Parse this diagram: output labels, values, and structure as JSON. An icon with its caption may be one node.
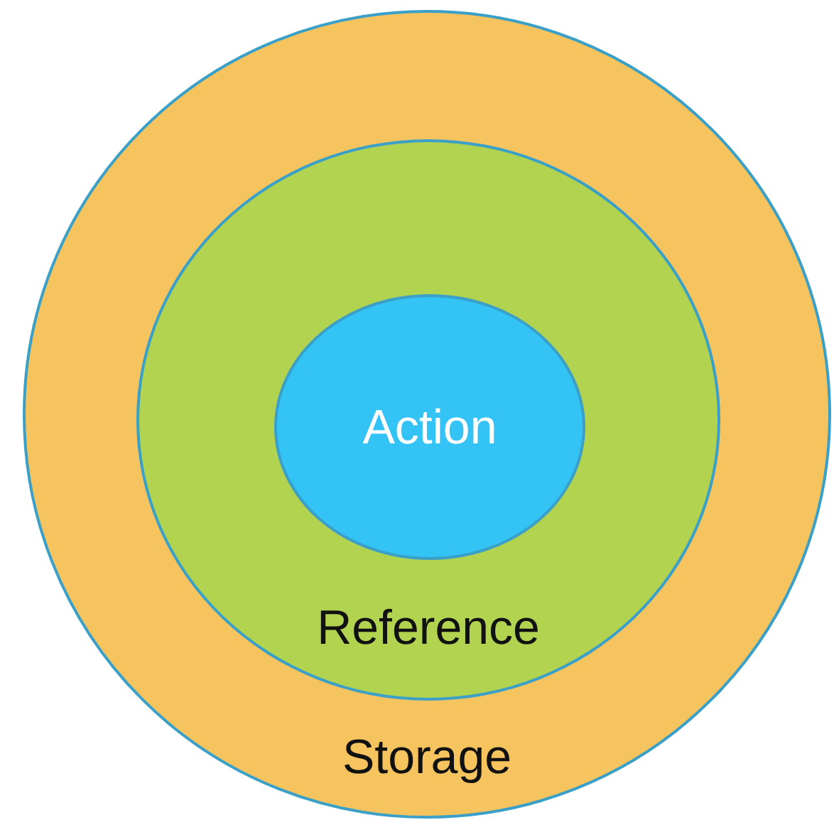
{
  "diagram": {
    "nodes": [
      {
        "text": [
          "Storage"
        ]
      },
      {
        "text": [
          "Reference"
        ],
        "in": 0
      },
      {
        "text": [
          "Action"
        ],
        "in": 1
      }
    ]
  }
}
